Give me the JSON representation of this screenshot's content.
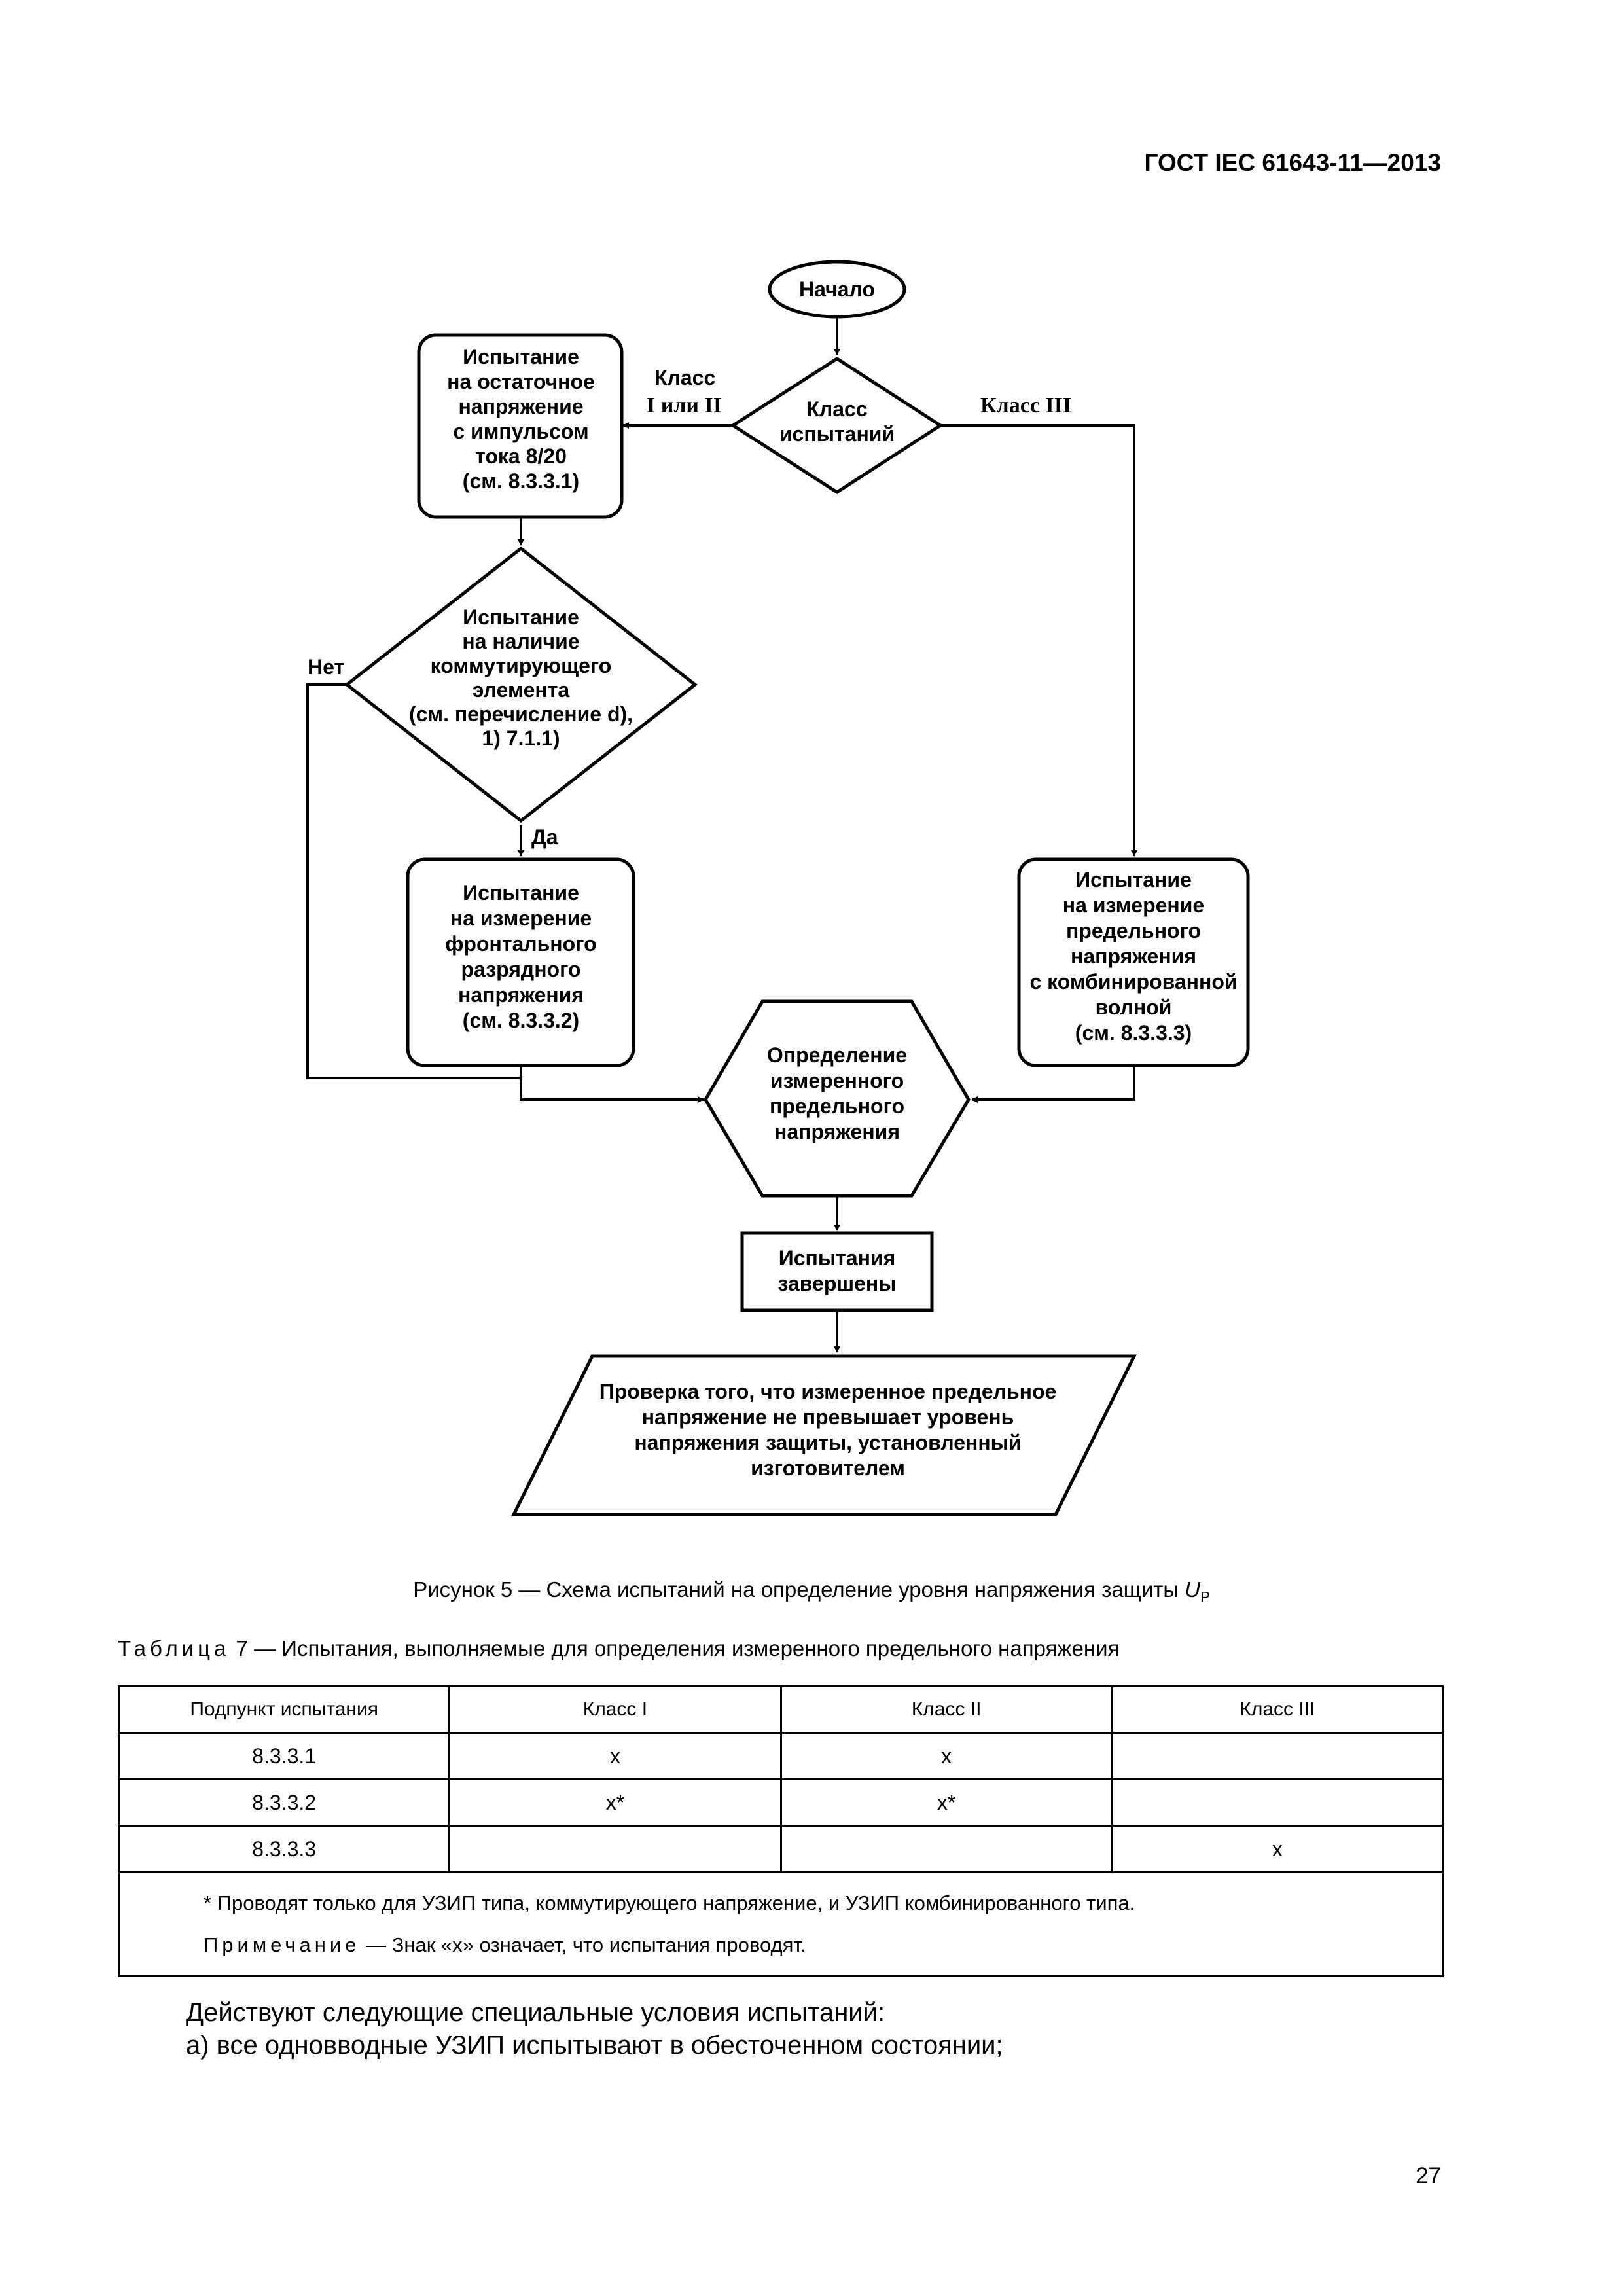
{
  "header": {
    "standard": "ГОСТ IEC 61643-11—2013"
  },
  "flowchart": {
    "start": "Начало",
    "decision_class": [
      "Класс",
      "испытаний"
    ],
    "label_class_1_2": [
      "Класс",
      "I или II"
    ],
    "label_class_3": "Класс III",
    "box_residual": [
      "Испытание",
      "на остаточное",
      "напряжение",
      "с импульсом",
      "тока 8/20",
      "(см. 8.3.3.1)"
    ],
    "decision_switching": [
      "Испытание",
      "на наличие",
      "коммутирующего",
      "элемента",
      "(см. перечисление d),",
      "1) 7.1.1)"
    ],
    "label_no": "Нет",
    "label_yes": "Да",
    "box_sparkover": [
      "Испытание",
      "на измерение",
      "фронтального",
      "разрядного",
      "напряжения",
      "(см. 8.3.3.2)"
    ],
    "box_combined": [
      "Испытание",
      "на измерение",
      "предельного",
      "напряжения",
      "с комбинированной",
      "волной",
      "(см. 8.3.3.3)"
    ],
    "hex_determine": [
      "Определение",
      "измеренного",
      "предельного",
      "напряжения"
    ],
    "box_complete": [
      "Испытания",
      "завершены"
    ],
    "para_verify": [
      "Проверка того, что измеренное предельное",
      "напряжение не превышает уровень",
      "напряжения защиты, установленный",
      "изготовителем"
    ]
  },
  "figure": {
    "caption": "Рисунок 5 — Схема испытаний на определение уровня напряжения защиты",
    "symbol": "U",
    "subscript": "P"
  },
  "table": {
    "title_prefix": "Таблица",
    "title": " 7 — Испытания, выполняемые для определения измеренного предельного напряжения",
    "headers": [
      "Подпункт испытания",
      "Класс I",
      "Класс II",
      "Класс III"
    ],
    "rows": [
      [
        "8.3.3.1",
        "x",
        "x",
        ""
      ],
      [
        "8.3.3.2",
        "x*",
        "x*",
        ""
      ],
      [
        "8.3.3.3",
        "",
        "",
        "x"
      ]
    ],
    "footnote": "* Проводят только для УЗИП типа, коммутирующего напряжение, и УЗИП комбинированного типа.",
    "note_label": "Примечание",
    "note_text": " — Знак «x» означает, что испытания проводят."
  },
  "body": {
    "line1": "Действуют следующие специальные условия испытаний:",
    "line2": "a) все одновводные УЗИП испытывают в обесточенном состоянии;"
  },
  "page_number": "27"
}
